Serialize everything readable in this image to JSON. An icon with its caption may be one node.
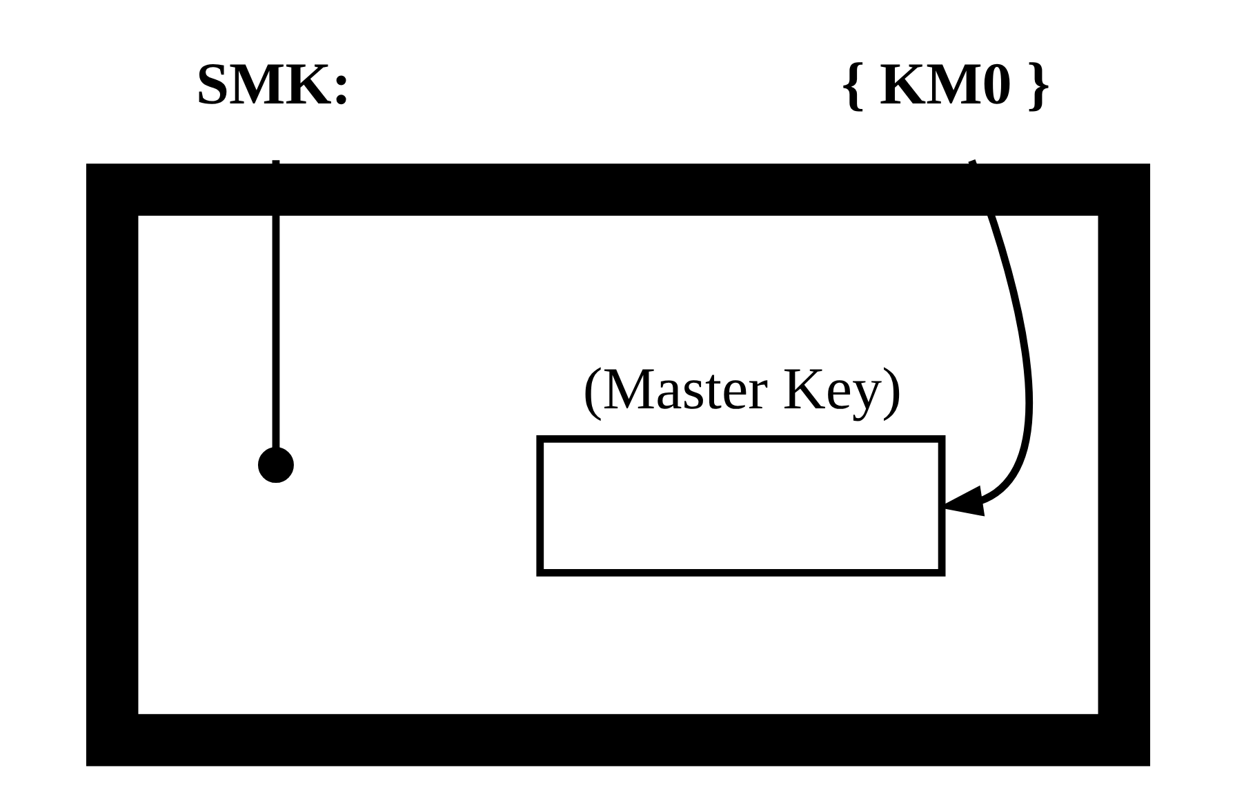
{
  "diagram": {
    "nodes": [
      {
        "text": [],
        "shape": "box"
      },
      {
        "text": [
          "SMK:"
        ]
      },
      {
        "text": [
          "{ KM0 }"
        ]
      },
      {
        "text": [],
        "shape": "circle",
        "in": 0
      },
      {
        "text": [
          "(Master Key)"
        ],
        "in": 0
      }
    ],
    "edges": [
      {
        "from": 1,
        "to": 3,
        "arrow": "none"
      },
      {
        "from": 2,
        "to": 4,
        "arrow": "to"
      }
    ]
  }
}
